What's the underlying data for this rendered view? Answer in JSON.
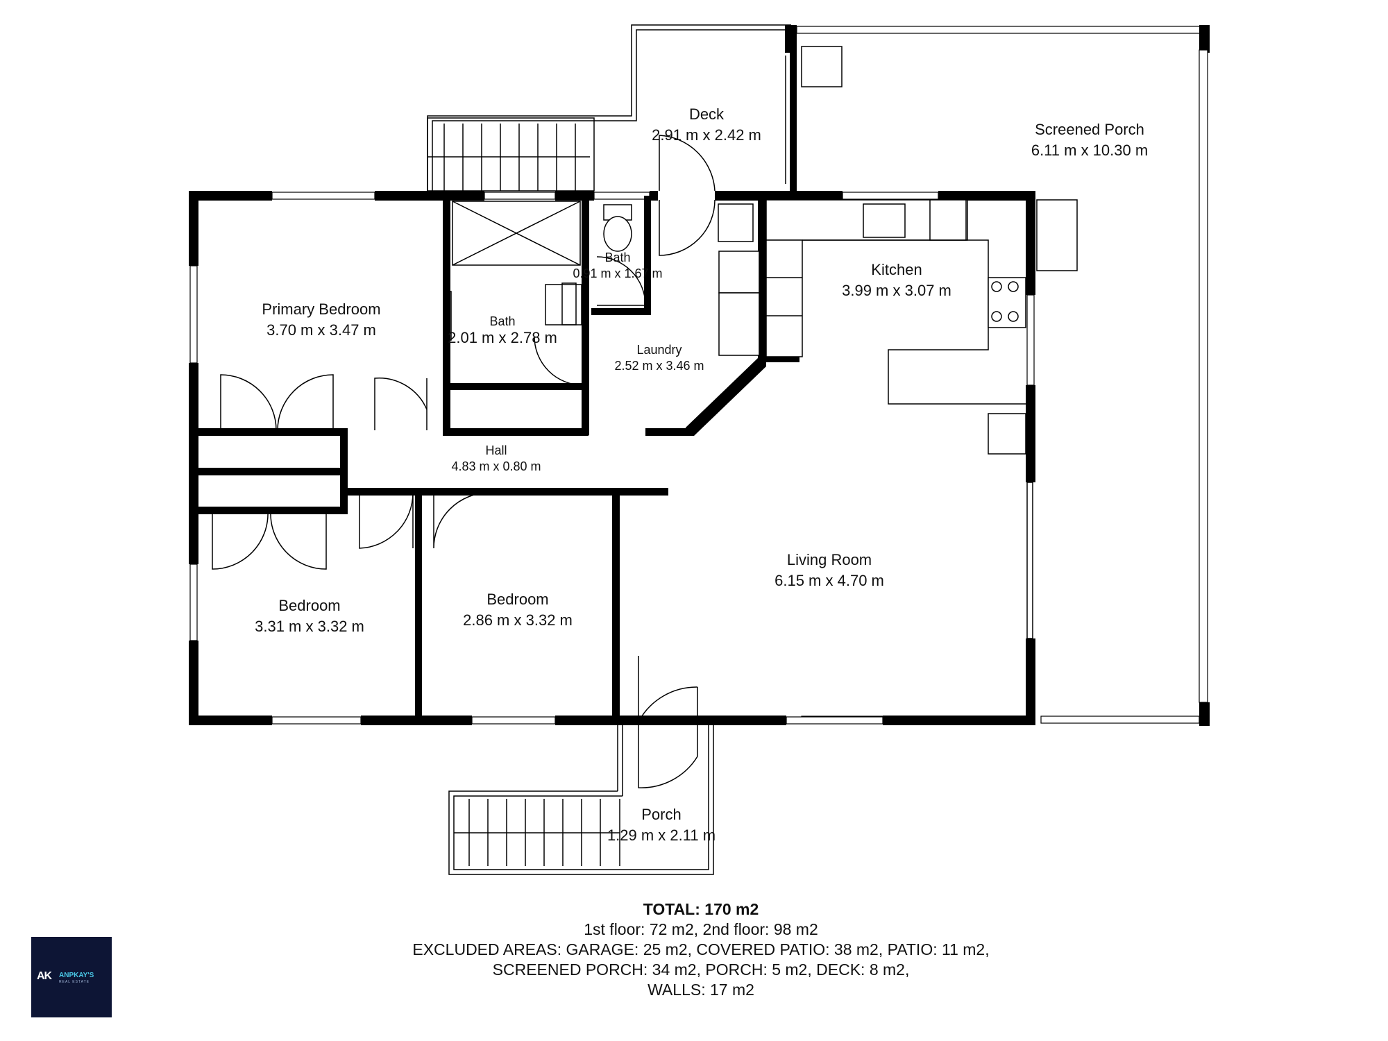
{
  "rooms": {
    "deck": {
      "name": "Deck",
      "dims": "2.91 m x 2.42 m"
    },
    "screened_porch": {
      "name": "Screened Porch",
      "dims": "6.11 m x 10.30 m"
    },
    "primary_bedroom": {
      "name": "Primary Bedroom",
      "dims": "3.70 m x 3.47 m"
    },
    "bath_small": {
      "name": "Bath",
      "dims": "0.91 m x 1.67 m"
    },
    "bath": {
      "name": "Bath",
      "dims": "2.01 m x 2.78 m"
    },
    "laundry": {
      "name": "Laundry",
      "dims": "2.52 m x 3.46 m"
    },
    "kitchen": {
      "name": "Kitchen",
      "dims": "3.99 m x 3.07 m"
    },
    "hall": {
      "name": "Hall",
      "dims": "4.83 m x 0.80 m"
    },
    "bedroom_1": {
      "name": "Bedroom",
      "dims": "3.31 m x 3.32 m"
    },
    "bedroom_2": {
      "name": "Bedroom",
      "dims": "2.86 m x 3.32 m"
    },
    "living_room": {
      "name": "Living Room",
      "dims": "6.15 m x 4.70 m"
    },
    "porch": {
      "name": "Porch",
      "dims": "1.29 m x 2.11 m"
    }
  },
  "summary": {
    "total": "TOTAL: 170 m2",
    "floors": "1st floor: 72 m2, 2nd floor: 98 m2",
    "excluded_1": "EXCLUDED AREAS: GARAGE: 25 m2, COVERED PATIO: 38 m2, PATIO: 11 m2,",
    "excluded_2": "SCREENED PORCH: 34 m2, PORCH: 5 m2, DECK: 8 m2,",
    "excluded_3": "WALLS: 17 m2"
  },
  "logo": {
    "mark": "AK",
    "brand": "ANPKAY'S",
    "sub": "REAL ESTATE"
  },
  "colors": {
    "wall": "#000000",
    "logo_bg": "#0d1535",
    "logo_accent": "#49c6e5"
  }
}
